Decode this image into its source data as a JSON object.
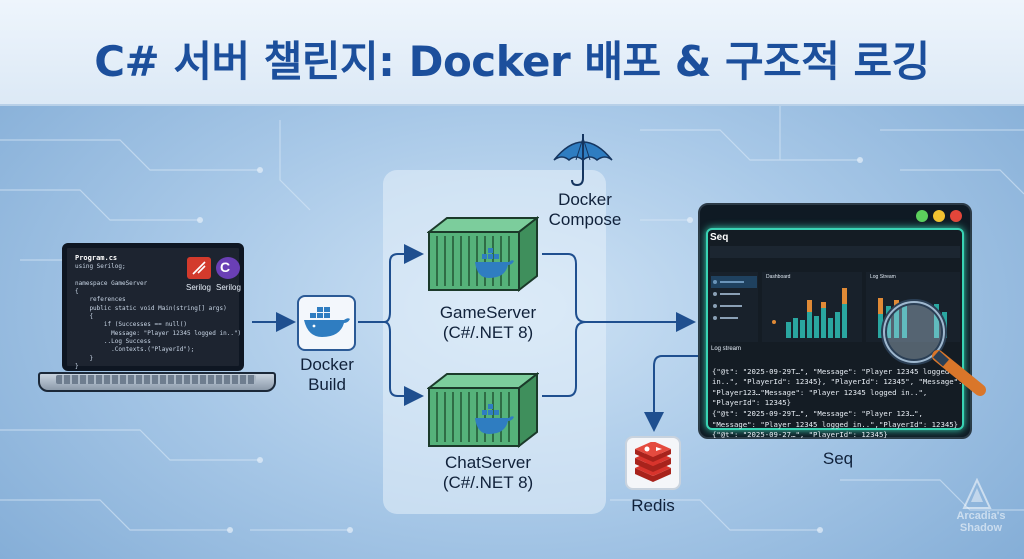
{
  "title": "C# 서버 챌린지: Docker 배포 & 구조적 로깅",
  "laptop": {
    "filename": "Program.cs",
    "code_lines": [
      "using Serilog;",
      "",
      "namespace GameServer",
      "{",
      "    references",
      "    public static void Main(string[] args)",
      "    {",
      "        if (Successes == null()",
      "          Message: \"Player 12345 logged in..\")",
      "        ..Log Success",
      "          .Contexts.(\"PlayerId\");",
      "    }",
      "}"
    ],
    "badge_serilog": "Serilog",
    "badge_serilog2": "Serilog"
  },
  "build": {
    "label_line1": "Docker",
    "label_line2": "Build"
  },
  "compose": {
    "label_line1": "Docker",
    "label_line2": "Compose"
  },
  "game_server": {
    "label_line1": "GameServer",
    "label_line2": "(C#/.NET 8)"
  },
  "chat_server": {
    "label_line1": "ChatServer",
    "label_line2": "(C#/.NET 8)"
  },
  "redis": {
    "label": "Redis"
  },
  "seq": {
    "label": "Seq",
    "brand": "Seq",
    "panel1_title": "Dashboard",
    "panel2_title": "Log Stream",
    "log_title": "Log stream",
    "log_lines": [
      "{\"@t\": \"2025-09-29T…\", \"Message\": \"Player 12345 logged",
      "in..\", \"PlayerId\": 12345}, \"PlayerId\": 12345\", \"Message\":",
      "\"Player123…\"Message\": \"Player 12345 logged in..\",",
      "\"PlayerId\": 12345}",
      "{\"@t\": \"2025-09-29T…\", \"Message\": \"Player 123…\",",
      "\"Message\": \"Player 12345 logged in..\",\"PlayerId\": 12345}",
      "{\"@t\": \"2025-09-27…\", \"PlayerId\": 12345}"
    ]
  },
  "watermark": {
    "line1": "Arcadia's",
    "line2": "Shadow"
  },
  "colors": {
    "title": "#1c4f9c",
    "arrow": "#1f4f8f",
    "container_green": "#55b27a",
    "whale": "#2f7dc1",
    "seq_accent": "#39d4b4",
    "redis_red": "#d8342c"
  },
  "icons": [
    "laptop-icon",
    "docker-whale-icon",
    "umbrella-icon",
    "shipping-container-icon",
    "seq-window-icon",
    "redis-icon",
    "magnifier-icon"
  ]
}
